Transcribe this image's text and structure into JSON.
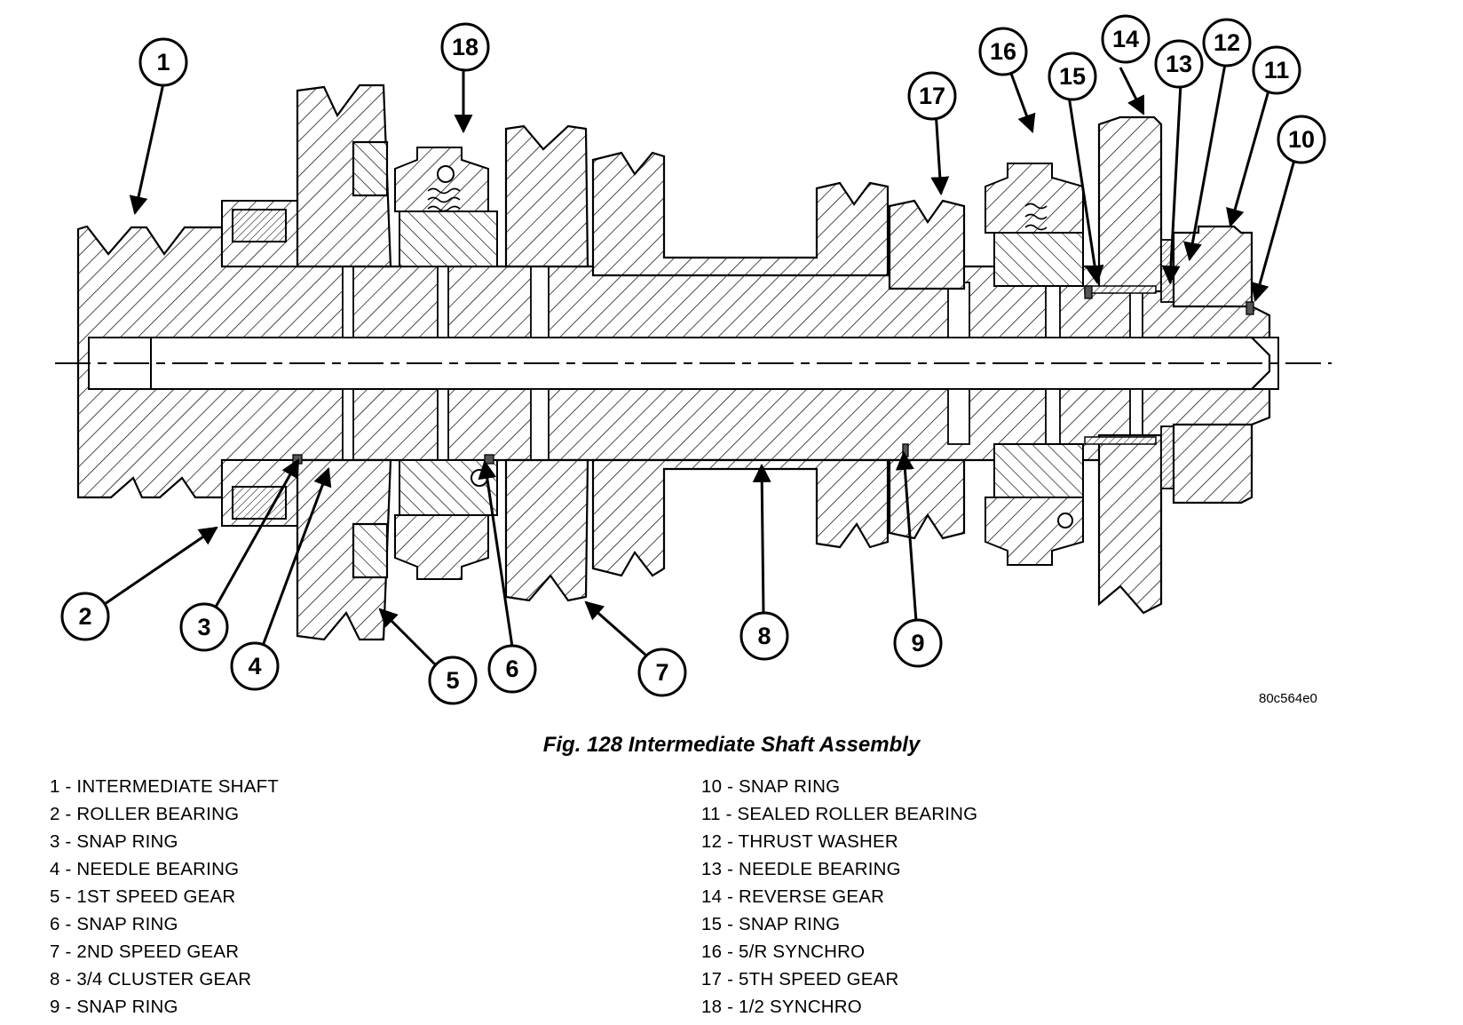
{
  "figure": {
    "id_code": "80c564e0",
    "caption": "Fig. 128 Intermediate Shaft Assembly"
  },
  "callouts": [
    "1",
    "2",
    "3",
    "4",
    "5",
    "6",
    "7",
    "8",
    "9",
    "10",
    "11",
    "12",
    "13",
    "14",
    "15",
    "16",
    "17",
    "18"
  ],
  "legend": {
    "left": [
      "1 - INTERMEDIATE SHAFT",
      "2 - ROLLER BEARING",
      "3 - SNAP RING",
      "4 - NEEDLE BEARING",
      "5 - 1ST SPEED GEAR",
      "6 - SNAP RING",
      "7 - 2ND SPEED GEAR",
      "8 - 3/4 CLUSTER GEAR",
      "9 - SNAP RING"
    ],
    "right": [
      "10 - SNAP RING",
      "11 - SEALED ROLLER BEARING",
      "12 - THRUST WASHER",
      "13 - NEEDLE BEARING",
      "14 - REVERSE GEAR",
      "15 - SNAP RING",
      "16 - 5/R SYNCHRO",
      "17 - 5TH SPEED GEAR",
      "18 - 1/2 SYNCHRO"
    ]
  }
}
